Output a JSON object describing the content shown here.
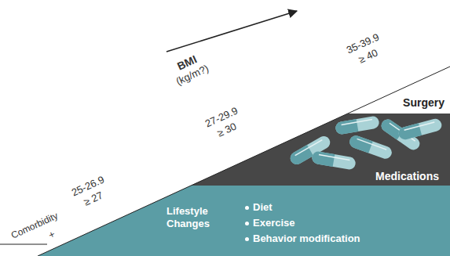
{
  "diagram": {
    "nodes": [
      {
        "text": [
          "Surgery"
        ]
      },
      {
        "text": [
          "Medications"
        ]
      },
      {
        "text": [
          "Lifestyle Changes",
          "Diet",
          "Exercise",
          "Behavior modification"
        ]
      }
    ],
    "labels": [
      "BMI",
      "(kg/m?)",
      "Comorbidity",
      "+",
      "25-26.9",
      "≥ 27",
      "27-29.9",
      "≥ 30",
      "35-39.9",
      "≥ 40"
    ]
  }
}
